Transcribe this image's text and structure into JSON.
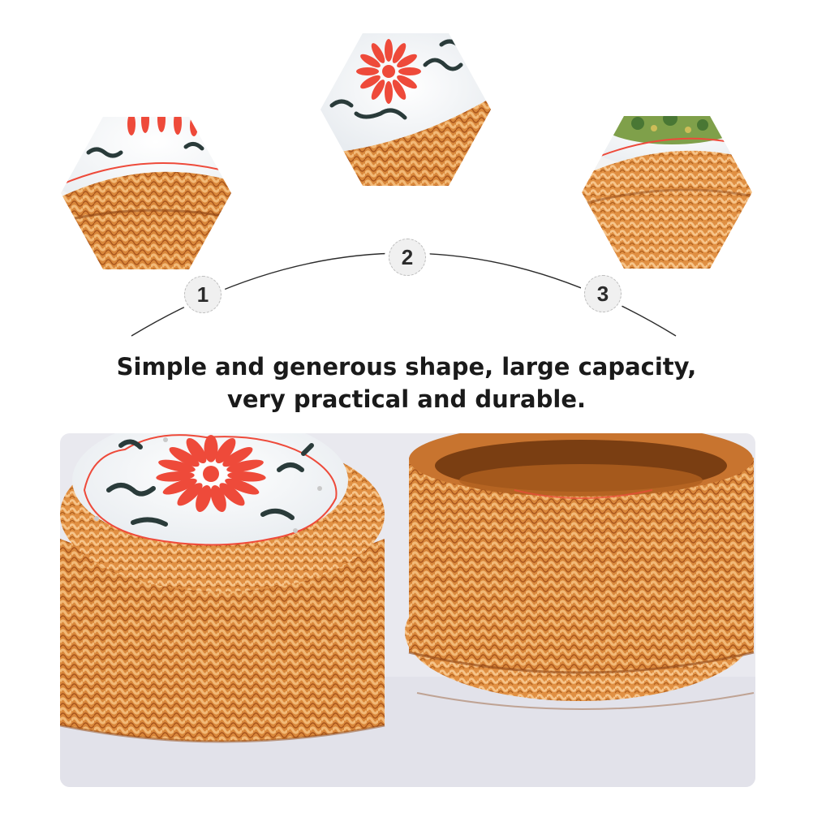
{
  "steps": [
    {
      "number": "1"
    },
    {
      "number": "2"
    },
    {
      "number": "3"
    }
  ],
  "headline": {
    "line1": "Simple and generous shape, large capacity,",
    "line2": "very practical and durable."
  },
  "colors": {
    "rattan": "#d9873a",
    "rattan_dark": "#a8551d",
    "rattan_light": "#f0b670",
    "flower_red": "#ee4a3a",
    "ink": "#2a3b3a",
    "background": "#ffffff",
    "photo_background": "#e9e9ef"
  },
  "icons": {
    "hex_1": "rattan-box-lid-detail-icon",
    "hex_2": "rattan-box-top-detail-icon",
    "hex_3": "rattan-box-green-lid-detail-icon"
  }
}
